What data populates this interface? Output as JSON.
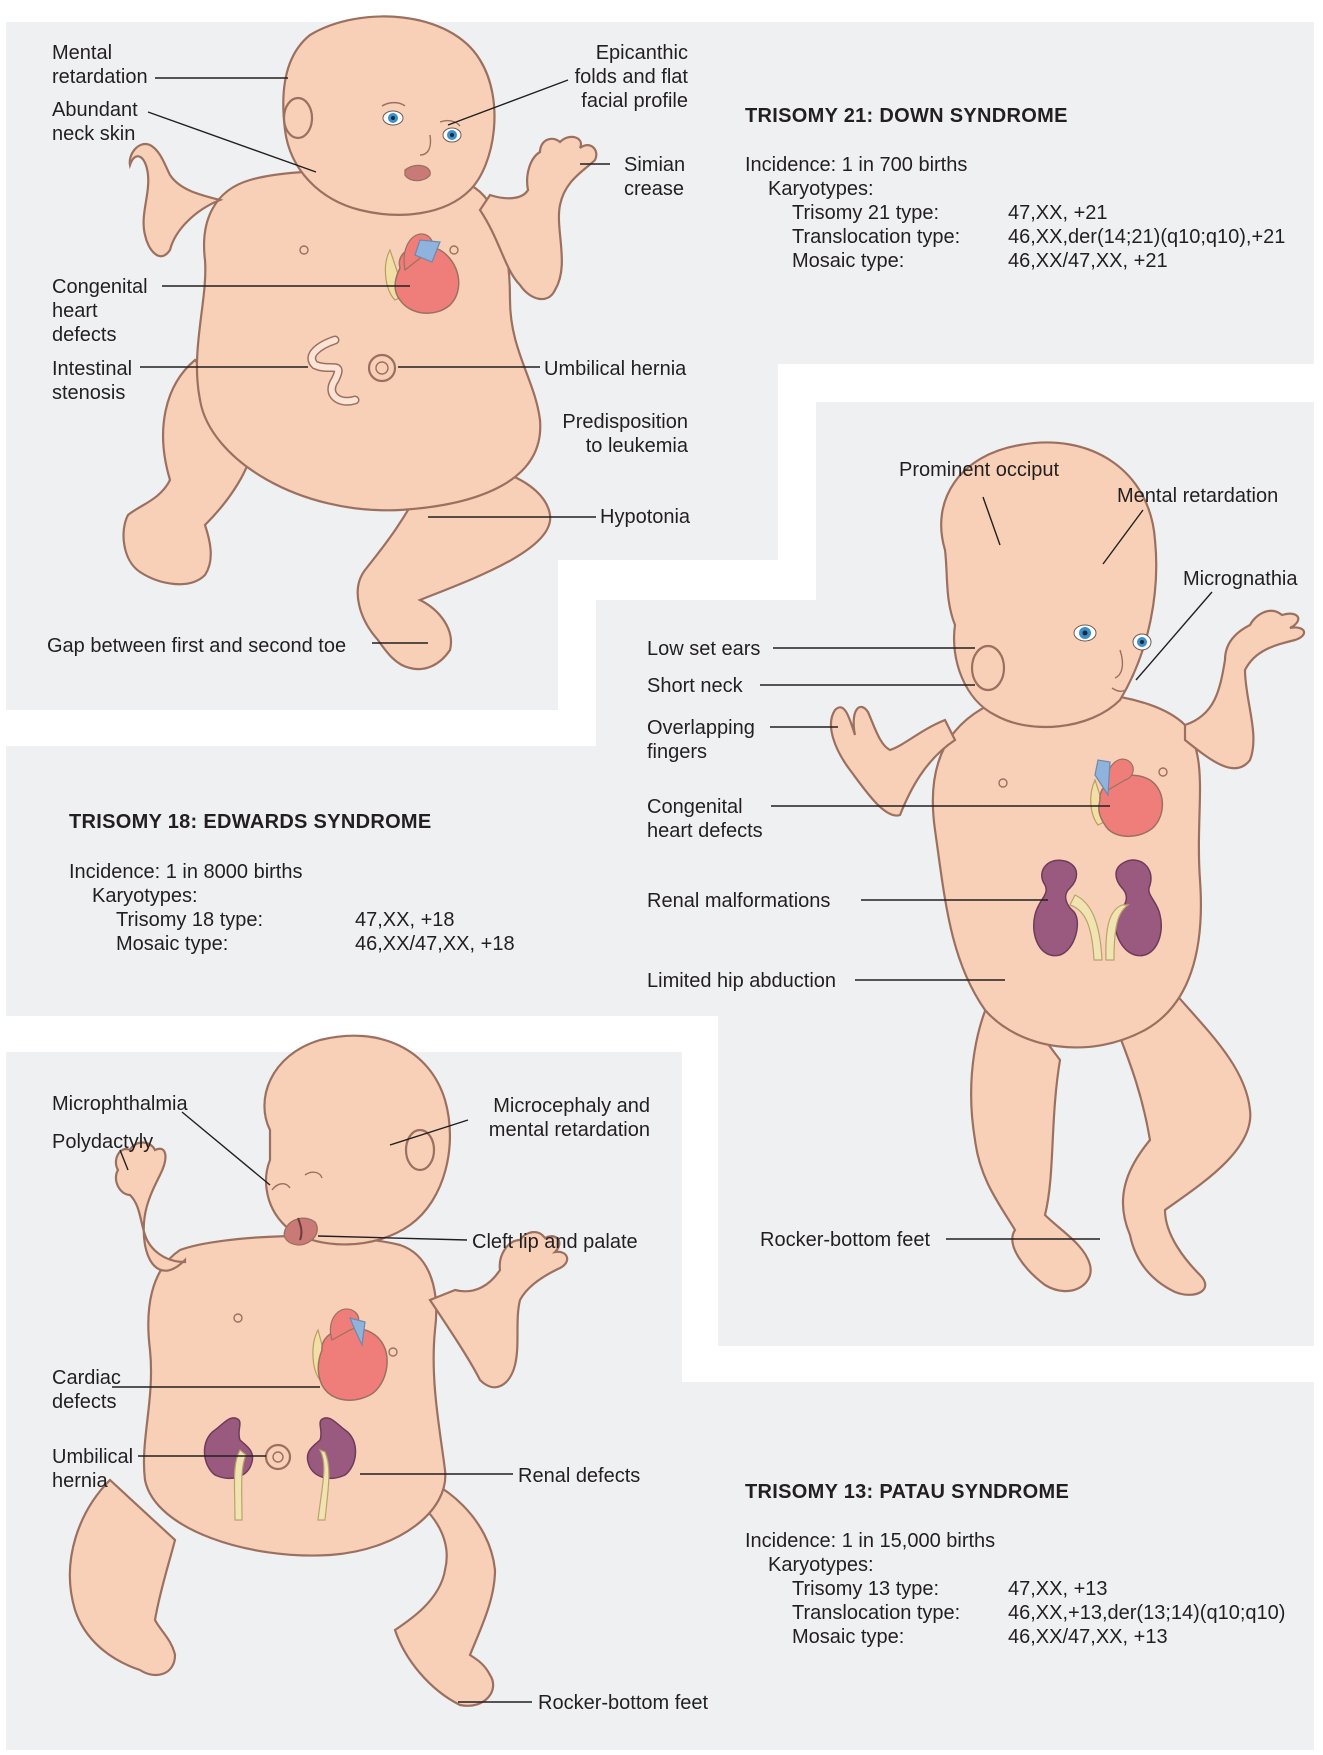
{
  "down": {
    "title": "TRISOMY 21: DOWN SYNDROME",
    "incidence": "Incidence: 1 in 700 births",
    "karyotypes_label": "Karyotypes:",
    "karyotypes": [
      {
        "type": "Trisomy 21 type:",
        "value": "47,XX, +21"
      },
      {
        "type": "Translocation type:",
        "value": "46,XX,der(14;21)(q10;q10),+21"
      },
      {
        "type": "Mosaic type:",
        "value": "46,XX/47,XX, +21"
      }
    ],
    "labels": {
      "mental_retardation": [
        "Mental",
        "retardation"
      ],
      "neck_skin": [
        "Abundant",
        "neck skin"
      ],
      "epicanthic": [
        "Epicanthic",
        "folds and flat",
        "facial profile"
      ],
      "simian": [
        "Simian",
        "crease"
      ],
      "heart": [
        "Congenital",
        "heart",
        "defects"
      ],
      "intestinal": [
        "Intestinal",
        "stenosis"
      ],
      "umbilical": "Umbilical hernia",
      "leukemia": [
        "Predisposition",
        "to leukemia"
      ],
      "hypotonia": "Hypotonia",
      "gap": "Gap between first and second toe"
    }
  },
  "edwards": {
    "title": "TRISOMY 18: EDWARDS SYNDROME",
    "incidence": "Incidence: 1 in 8000 births",
    "karyotypes_label": "Karyotypes:",
    "karyotypes": [
      {
        "type": "Trisomy 18 type:",
        "value": "47,XX, +18"
      },
      {
        "type": "Mosaic type:",
        "value": "46,XX/47,XX, +18"
      }
    ],
    "labels": {
      "occiput": "Prominent occiput",
      "mental_retardation": "Mental retardation",
      "micrognathia": "Micrognathia",
      "ears": "Low set ears",
      "neck": "Short neck",
      "fingers": [
        "Overlapping",
        "fingers"
      ],
      "heart": [
        "Congenital",
        "heart defects"
      ],
      "renal": "Renal malformations",
      "hip": "Limited hip abduction",
      "feet": "Rocker-bottom feet"
    }
  },
  "patau": {
    "title": "TRISOMY 13: PATAU SYNDROME",
    "incidence": "Incidence: 1 in 15,000 births",
    "karyotypes_label": "Karyotypes:",
    "karyotypes": [
      {
        "type": "Trisomy 13 type:",
        "value": "47,XX, +13"
      },
      {
        "type": "Translocation type:",
        "value": "46,XX,+13,der(13;14)(q10;q10)"
      },
      {
        "type": "Mosaic type:",
        "value": "46,XX/47,XX, +13"
      }
    ],
    "labels": {
      "microphthalmia": "Microphthalmia",
      "polydactyly": "Polydactyly",
      "microcephaly": [
        "Microcephaly and",
        "mental retardation"
      ],
      "cleft": "Cleft lip and palate",
      "cardiac": [
        "Cardiac",
        "defects"
      ],
      "umbilical": [
        "Umbilical",
        "hernia"
      ],
      "renal": "Renal defects",
      "feet": "Rocker-bottom feet"
    }
  },
  "colors": {
    "panel": "#eff0f1",
    "skin": "#f7d0b7",
    "skin_outline": "#9c7060",
    "heart": "#ef7e7b",
    "vessel": "#8fb3dc",
    "kidney": "#9a5a80",
    "text": "#231f20"
  }
}
